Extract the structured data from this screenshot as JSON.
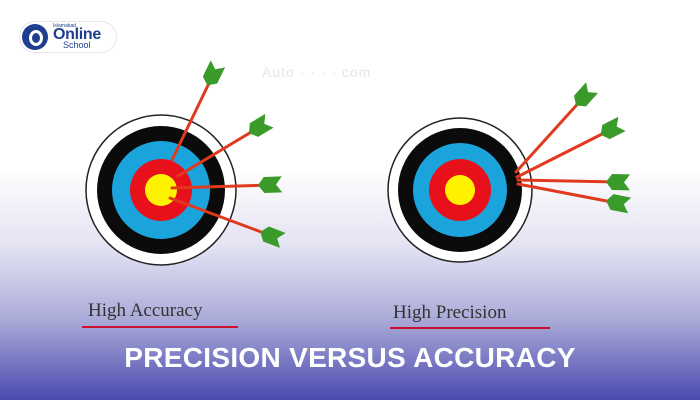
{
  "logo": {
    "small_text": "Islamabad",
    "brand": "Online",
    "sub": "School"
  },
  "watermark": "Auto · · · · com",
  "panels": {
    "left_caption": "High Accuracy",
    "right_caption": "High Precision"
  },
  "title": "PRECISION VERSUS ACCURACY",
  "colors": {
    "ring_outer": "#ffffff",
    "ring_black": "#0b0b0b",
    "ring_blue": "#1ba3dc",
    "ring_red": "#e8101a",
    "bullseye": "#fff200",
    "arrow_shaft": "#e03a1e",
    "fletching": "#3a9a2a",
    "underline": "#c8102e",
    "title_text": "#ffffff"
  },
  "icons": {
    "target": "target-icon",
    "arrow": "arrow-icon",
    "logo": "online-school-logo-icon"
  }
}
